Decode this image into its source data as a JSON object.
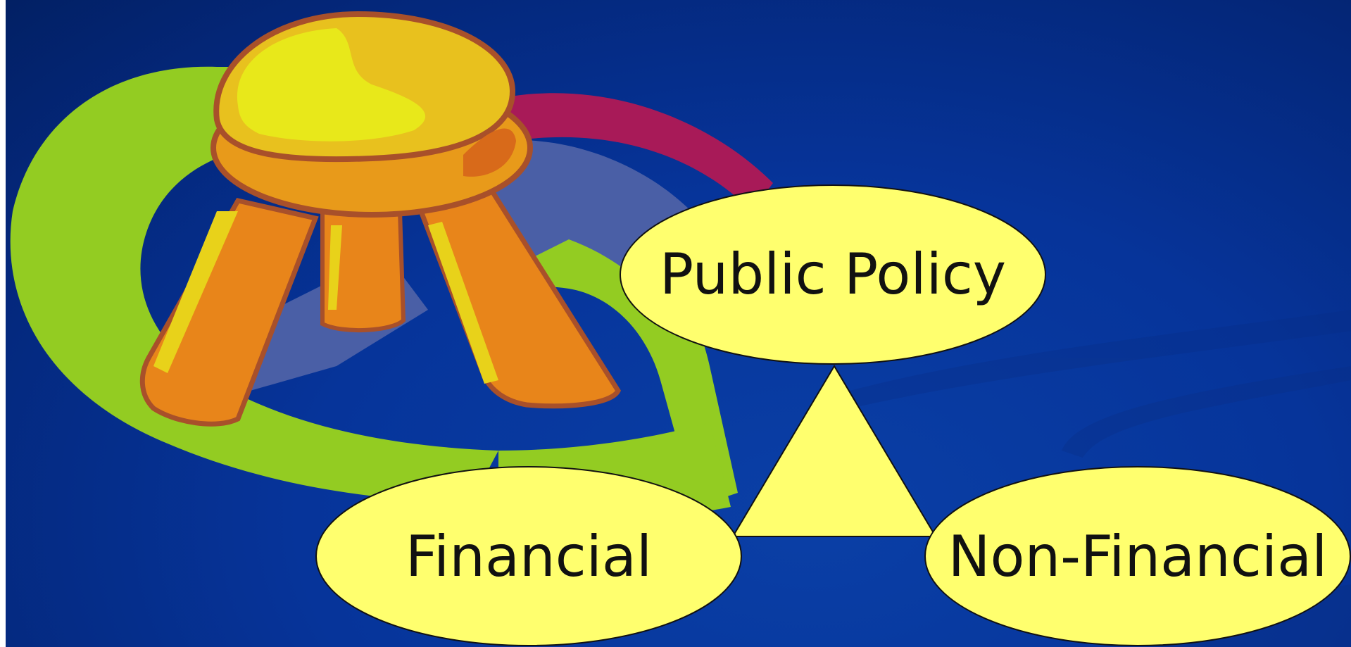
{
  "diagram": {
    "nodes": {
      "top": "Public Policy",
      "left": "Financial",
      "right": "Non-Financial"
    }
  },
  "colors": {
    "background": "#06349a",
    "node_fill": "#ffff6e",
    "outline": "#111111",
    "stool_seat": "#e8c11e",
    "stool_legs": "#e8851a",
    "arc_green": "#93cc22",
    "arc_magenta": "#a81a58",
    "arc_slate": "#4a5fa6"
  },
  "icons": {
    "illustration": "three-legged-stool-icon"
  }
}
